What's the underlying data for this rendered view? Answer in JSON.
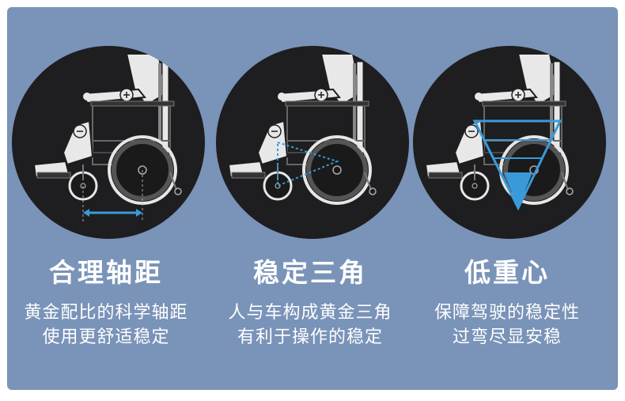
{
  "colors": {
    "panel_background": "#7a93b8",
    "circle_fill": "#1e1e20",
    "accent_blue": "#3a9ad9",
    "text": "#ffffff"
  },
  "features": [
    {
      "title": "合理轴距",
      "line1": "黄金配比的科学轴距",
      "line2": "使用更舒适稳定",
      "illustration": "wheelchair-wheelbase-arrow"
    },
    {
      "title": "稳定三角",
      "line1": "人与车构成黄金三角",
      "line2": "有利于操作的稳定",
      "illustration": "wheelchair-stability-triangle"
    },
    {
      "title": "低重心",
      "line1": "保障驾驶的稳定性",
      "line2": "过弯尽显安稳",
      "illustration": "wheelchair-low-center-of-gravity"
    }
  ]
}
